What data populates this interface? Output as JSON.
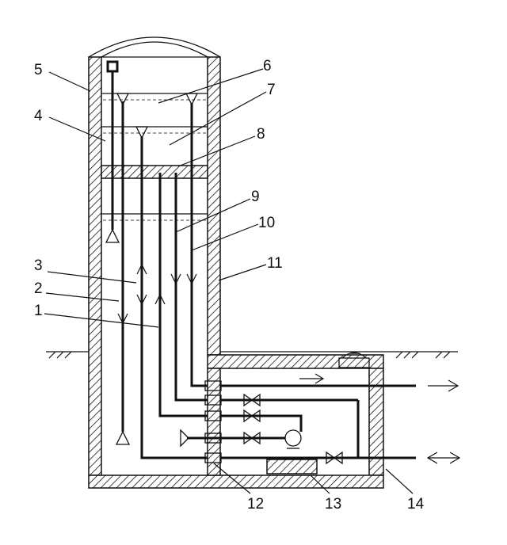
{
  "labels": [
    {
      "id": "1",
      "text": "1"
    },
    {
      "id": "2",
      "text": "2"
    },
    {
      "id": "3",
      "text": "3"
    },
    {
      "id": "4",
      "text": "4"
    },
    {
      "id": "5",
      "text": "5"
    },
    {
      "id": "6",
      "text": "6"
    },
    {
      "id": "7",
      "text": "7"
    },
    {
      "id": "8",
      "text": "8"
    },
    {
      "id": "9",
      "text": "9"
    },
    {
      "id": "10",
      "text": "10"
    },
    {
      "id": "11",
      "text": "11"
    },
    {
      "id": "12",
      "text": "12"
    },
    {
      "id": "13",
      "text": "13"
    },
    {
      "id": "14",
      "text": "14"
    }
  ],
  "colors": {
    "ink": "#111111",
    "background": "#ffffff"
  }
}
